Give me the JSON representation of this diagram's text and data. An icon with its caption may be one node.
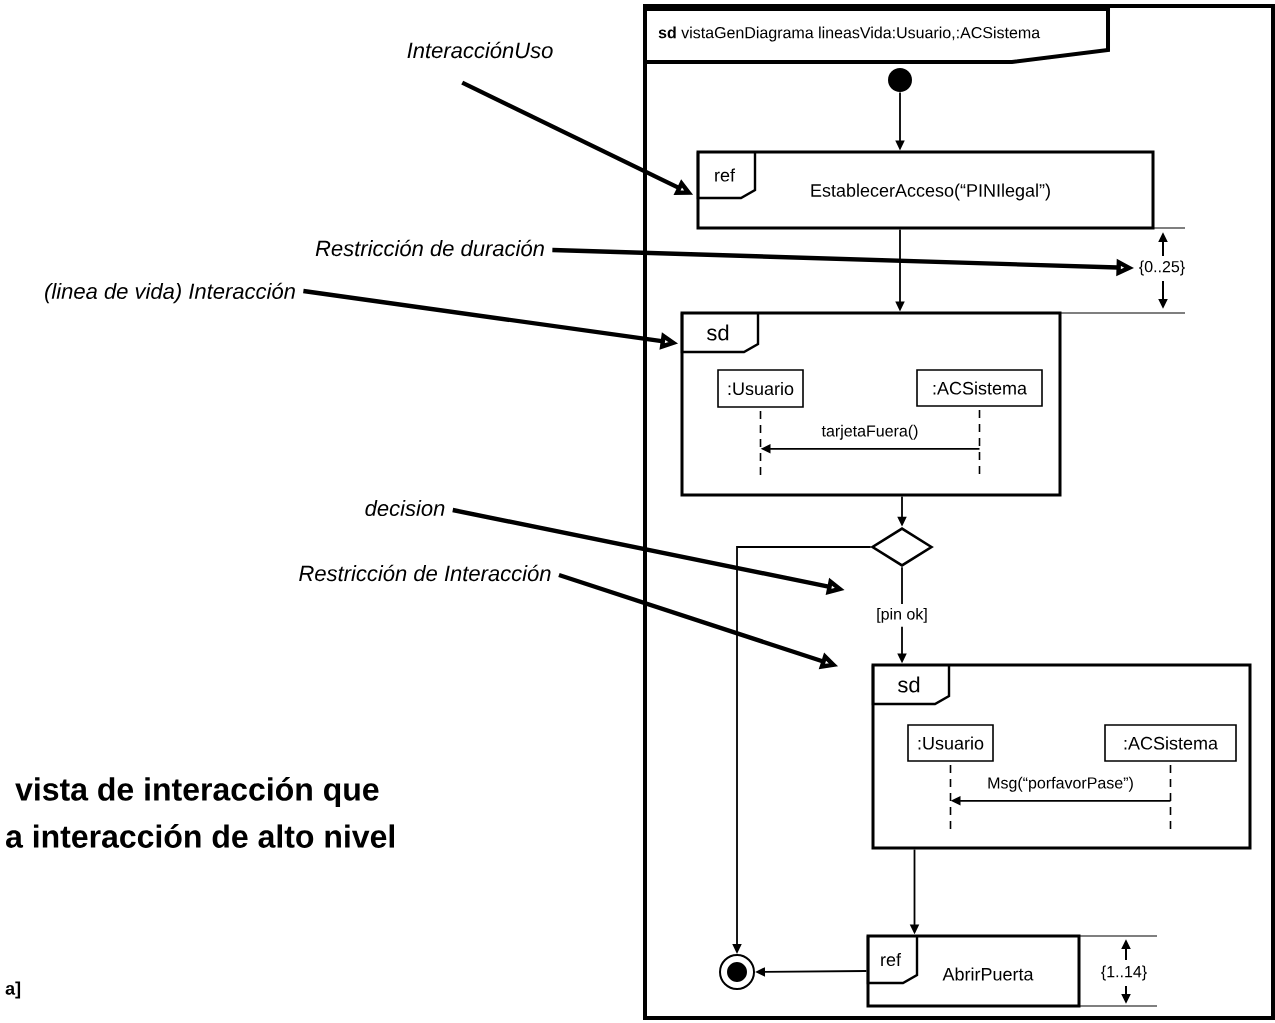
{
  "diagram": {
    "nodes": [
      {
        "text": [
          "**sd** vistaGenDiagrama lineasVida:Usuario,:ACSistema"
        ]
      },
      {
        "text": [],
        "shape": "circle",
        "in": 0
      },
      {
        "text": [
          "ref",
          "EstablecerAcceso(“PINIlegal”)"
        ],
        "in": 0
      },
      {
        "text": [
          "sd"
        ],
        "in": 0
      },
      {
        "text": [
          ":Usuario"
        ],
        "in": 3
      },
      {
        "text": [
          ":ACSistema"
        ],
        "in": 3
      },
      {
        "text": [],
        "shape": "diamond",
        "in": 0
      },
      {
        "text": [
          "sd"
        ],
        "in": 0
      },
      {
        "text": [
          ":Usuario"
        ],
        "in": 7
      },
      {
        "text": [
          ":ACSistema"
        ],
        "in": 7
      },
      {
        "text": [
          "ref",
          "AbrirPuerta"
        ],
        "in": 0
      },
      {
        "text": [],
        "shape": "bullseye",
        "in": 0
      },
      {
        "text": [
          "InteracciónUso"
        ]
      },
      {
        "text": [
          "Restricción de duración"
        ]
      },
      {
        "text": [
          "(linea de vida) Interacción"
        ]
      },
      {
        "text": [
          "decision"
        ]
      },
      {
        "text": [
          "Restricción de Interacción"
        ]
      },
      {
        "text": [
          "{0..25}"
        ],
        "in": 0
      }
    ],
    "edges": [
      {
        "from": 1,
        "to": 2,
        "arrow": "to"
      },
      {
        "from": 2,
        "to": 3,
        "arrow": "to"
      },
      {
        "from": 3,
        "to": 6,
        "arrow": "to"
      },
      {
        "from": 6,
        "to": 7,
        "arrow": "to",
        "label": "[pin ok]"
      },
      {
        "from": 6,
        "to": 11,
        "arrow": "to"
      },
      {
        "from": 7,
        "to": 10,
        "arrow": "to"
      },
      {
        "from": 10,
        "to": 11,
        "arrow": "to"
      },
      {
        "from": 5,
        "to": 4,
        "arrow": "to",
        "label": "tarjetaFuera()"
      },
      {
        "from": 9,
        "to": 8,
        "arrow": "to",
        "label": "Msg(“porfavorPase”)"
      },
      {
        "from": 12,
        "to": 2,
        "arrow": "to",
        "style": "thick"
      },
      {
        "from": 13,
        "to": 17,
        "arrow": "to",
        "style": "thick"
      },
      {
        "from": 14,
        "to": 3,
        "arrow": "to",
        "style": "thick"
      },
      {
        "from": 15,
        "to": null,
        "arrow": "to",
        "style": "thick"
      },
      {
        "from": 16,
        "to": 7,
        "arrow": "to",
        "style": "thick"
      }
    ],
    "labels": [
      "vista de interacción que",
      "a interacción de alto nivel",
      "{1..14}",
      "a]"
    ]
  }
}
